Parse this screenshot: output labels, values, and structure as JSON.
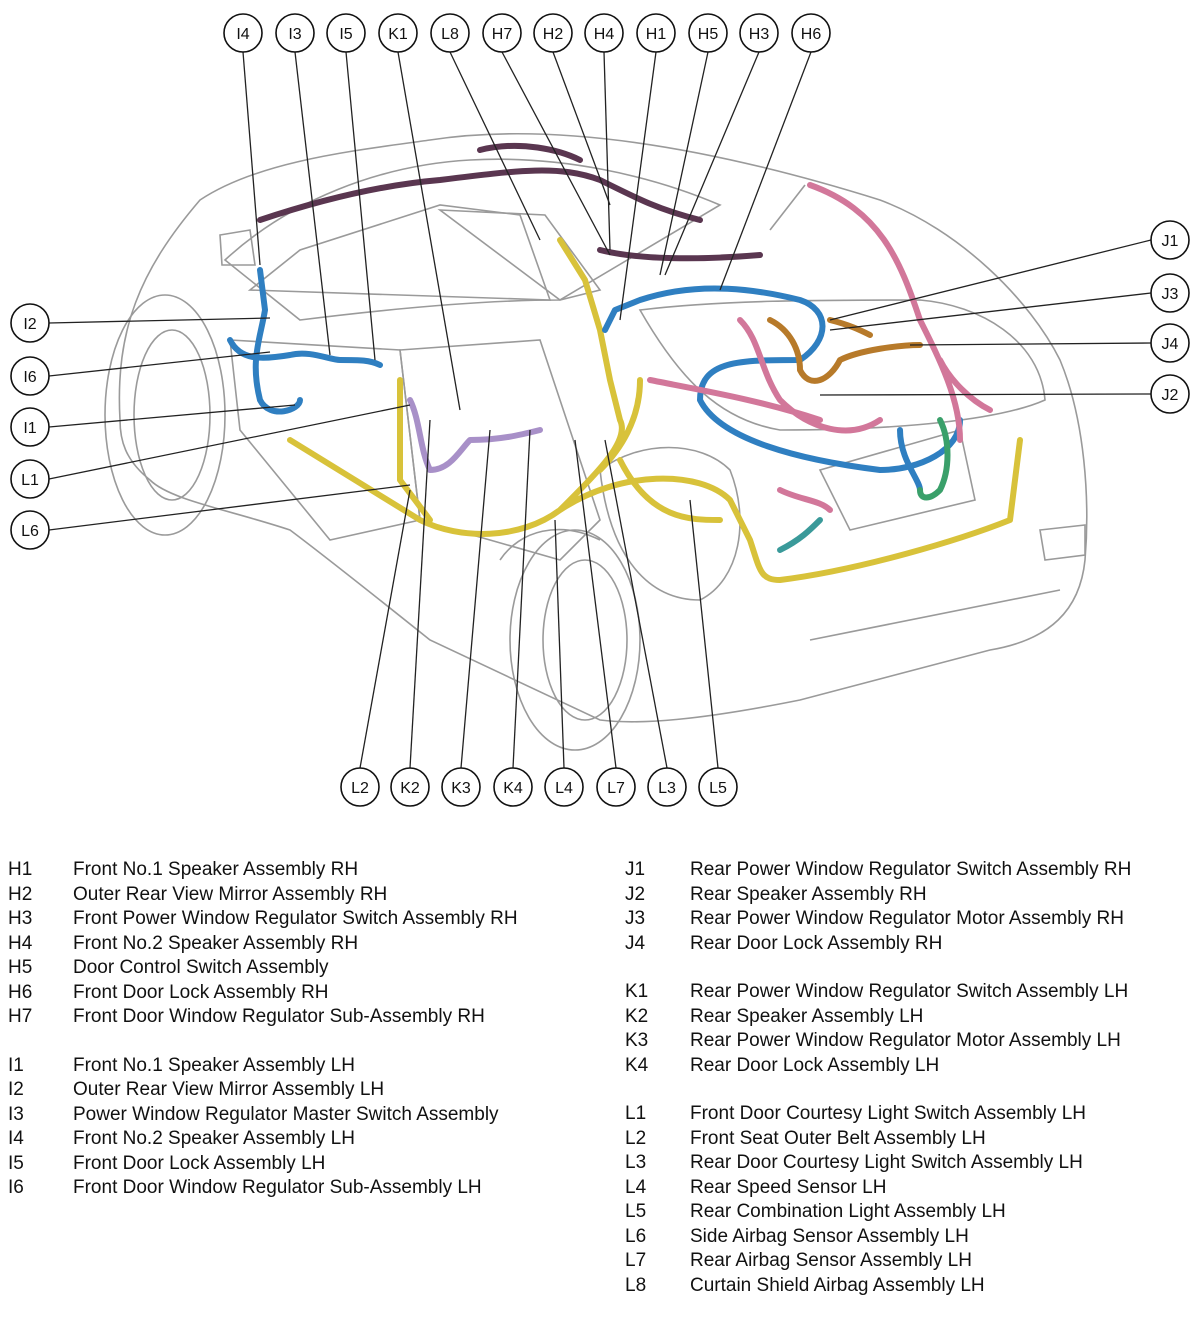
{
  "callouts_top": [
    "I4",
    "I3",
    "I5",
    "K1",
    "L8",
    "H7",
    "H2",
    "H4",
    "H1",
    "H5",
    "H3",
    "H6"
  ],
  "callouts_right": [
    "J1",
    "J3",
    "J4",
    "J2"
  ],
  "callouts_left": [
    "I2",
    "I6",
    "I1",
    "L1",
    "L6"
  ],
  "callouts_bottom": [
    "L2",
    "K2",
    "K3",
    "K4",
    "L4",
    "L7",
    "L3",
    "L5"
  ],
  "colors": {
    "outline": "#9a9a9a",
    "yellow_harness": "#d8c23a",
    "blue_harness": "#2f7fc1",
    "pink_harness": "#d2779a",
    "purple_harness": "#5a3650",
    "brown_harness": "#b77a2a",
    "lavender_harness": "#a890c8",
    "green_harness": "#3aa06a",
    "teal_harness": "#3a9a9a"
  },
  "legend_left": [
    [
      {
        "code": "H1",
        "desc": "Front No.1 Speaker Assembly RH"
      },
      {
        "code": "H2",
        "desc": "Outer Rear View Mirror Assembly RH"
      },
      {
        "code": "H3",
        "desc": "Front Power Window Regulator Switch Assembly RH"
      },
      {
        "code": "H4",
        "desc": "Front No.2 Speaker Assembly RH"
      },
      {
        "code": "H5",
        "desc": "Door Control Switch Assembly"
      },
      {
        "code": "H6",
        "desc": "Front Door Lock Assembly RH"
      },
      {
        "code": "H7",
        "desc": "Front Door Window Regulator Sub-Assembly RH"
      }
    ],
    [
      {
        "code": "I1",
        "desc": "Front No.1 Speaker Assembly LH"
      },
      {
        "code": "I2",
        "desc": "Outer Rear View Mirror Assembly LH"
      },
      {
        "code": "I3",
        "desc": "Power Window Regulator Master Switch Assembly"
      },
      {
        "code": "I4",
        "desc": "Front No.2 Speaker Assembly LH"
      },
      {
        "code": "I5",
        "desc": "Front Door Lock Assembly LH"
      },
      {
        "code": "I6",
        "desc": "Front Door Window Regulator Sub-Assembly LH"
      }
    ]
  ],
  "legend_right": [
    [
      {
        "code": "J1",
        "desc": "Rear Power Window Regulator Switch Assembly RH"
      },
      {
        "code": "J2",
        "desc": "Rear Speaker Assembly RH"
      },
      {
        "code": "J3",
        "desc": "Rear Power Window Regulator Motor Assembly RH"
      },
      {
        "code": "J4",
        "desc": "Rear Door Lock Assembly RH"
      }
    ],
    [
      {
        "code": "K1",
        "desc": "Rear Power Window Regulator Switch Assembly LH"
      },
      {
        "code": "K2",
        "desc": "Rear Speaker Assembly LH"
      },
      {
        "code": "K3",
        "desc": "Rear Power Window Regulator Motor Assembly LH"
      },
      {
        "code": "K4",
        "desc": "Rear Door Lock Assembly LH"
      }
    ],
    [
      {
        "code": "L1",
        "desc": "Front Door Courtesy Light Switch Assembly LH"
      },
      {
        "code": "L2",
        "desc": "Front Seat Outer Belt Assembly LH"
      },
      {
        "code": "L3",
        "desc": "Rear Door Courtesy Light Switch Assembly LH"
      },
      {
        "code": "L4",
        "desc": "Rear Speed Sensor LH"
      },
      {
        "code": "L5",
        "desc": "Rear Combination Light Assembly LH"
      },
      {
        "code": "L6",
        "desc": "Side Airbag Sensor Assembly LH"
      },
      {
        "code": "L7",
        "desc": "Rear Airbag Sensor Assembly LH"
      },
      {
        "code": "L8",
        "desc": "Curtain Shield Airbag Assembly LH"
      }
    ]
  ]
}
